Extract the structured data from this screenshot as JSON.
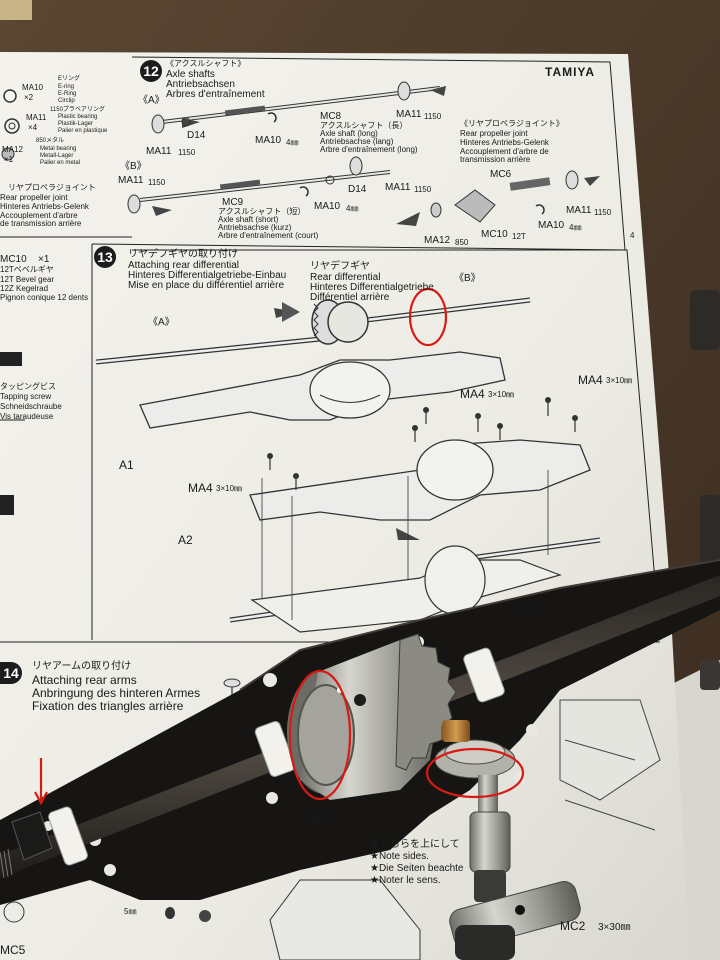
{
  "brand": "TAMIYA",
  "page_number": "4",
  "left_column": {
    "ma10": {
      "code": "MA10",
      "qty": "×2",
      "jp": "Eリング",
      "en": "E-ring",
      "de": "E-Ring",
      "fr": "Circlip"
    },
    "ma11": {
      "code": "MA11",
      "qty": "×4",
      "jp": "1150プラベアリング",
      "en": "Plastic bearing",
      "de": "Plastik-Lager",
      "fr": "Palier en plastique"
    },
    "ma12": {
      "code": "MA12",
      "qty": "×1",
      "jp": "850メタル",
      "en": "Metal bearing",
      "de": "Metall-Lager",
      "fr": "Palier en metal"
    },
    "mc6": {
      "jp": "リヤプロペラジョイント",
      "en": "Rear propeller joint",
      "de": "Hinteres Antriebs-Gelenk",
      "fr": "Accouplement d'arbre de transmission arrière"
    },
    "mc10": {
      "code": "MC10",
      "qty": "×1",
      "jp": "12Tベベルギヤ",
      "en": "12T Bevel gear",
      "de": "12Z Kegelrad",
      "fr": "Pignon conique 12 dents"
    },
    "screw": {
      "jp": "タッピングビス",
      "en": "Tapping screw",
      "de": "Schneidschraube",
      "fr": "Vis taraudeuse"
    }
  },
  "step12": {
    "number": "12",
    "jp": "《アクスルシャフト》",
    "en": "Axle shafts",
    "de": "Antriebsachsen",
    "fr": "Arbres d'entraînement",
    "variant_a": "《A》",
    "variant_b": "《B》",
    "parts": {
      "mc8": {
        "code": "MC8",
        "jp": "アクスルシャフト（長）",
        "en": "Axle shaft (long)",
        "de": "Antriebsachse (lang)",
        "fr": "Arbre d'entraînement (long)"
      },
      "mc9": {
        "code": "MC9",
        "jp": "アクスルシャフト（短）",
        "en": "Axle shaft (short)",
        "de": "Antriebsachse (kurz)",
        "fr": "Arbre d'entraînement (court)"
      },
      "mc6": {
        "code": "MC6"
      },
      "rpj": {
        "jp": "《リヤプロペラジョイント》",
        "en": "Rear propeller joint",
        "de": "Hinteres Antriebs-Gelenk",
        "fr": "Accouplement d'arbre de transmission arrière"
      },
      "ma11": "MA11",
      "ma11_size": "1150",
      "ma10": "MA10",
      "ma10_size": "4㎜",
      "d14": "D14",
      "ma12": "MA12",
      "ma12_size": "850",
      "mc10": "MC10",
      "mc10_size": "12T"
    }
  },
  "step13": {
    "number": "13",
    "jp": "リヤデフギヤの取り付け",
    "en": "Attaching rear differential",
    "de": "Hinteres Differentialgetriebe-Einbau",
    "fr": "Mise en place du différentiel arrière",
    "diff": {
      "jp": "リヤデフギヤ",
      "en": "Rear differential",
      "de": "Hinteres Differentialgetriebe",
      "fr": "Différentiel arrière"
    },
    "variant_a": "《A》",
    "variant_b": "《B》",
    "a1": "A1",
    "a2": "A2",
    "screw": "MA4",
    "screw_size": "3×10㎜",
    "partial": "リヤデ"
  },
  "step14": {
    "number": "14",
    "jp": "リヤアームの取り付け",
    "en": "Attaching rear arms",
    "de": "Anbringung des hinteren Armes",
    "fr": "Fixation des triangles arrière",
    "note_jp": "★こちらを上にして",
    "note_en": "★Note sides.",
    "note_de": "★Die Seiten beachte",
    "note_fr": "★Noter le sens.",
    "mc2": "MC2",
    "mc2_size": "3×30㎜",
    "mc5": "MC5",
    "size5": "5㎜",
    "partial": "ME"
  },
  "colors": {
    "annotation": "#d81a12",
    "paper": "#f1efe8",
    "ink": "#1a1a1a",
    "metal": "#a8a8a0",
    "plastic": "#1c1c1c"
  }
}
